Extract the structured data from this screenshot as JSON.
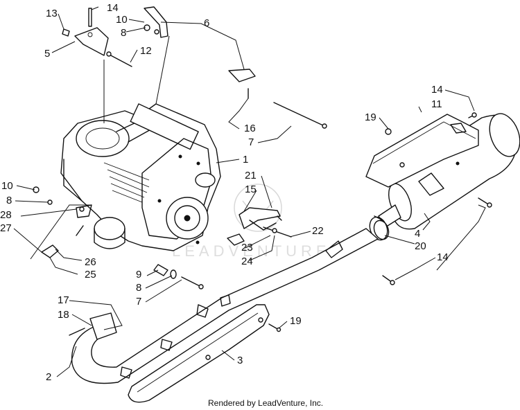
{
  "diagram": {
    "footer": "Rendered by LeadVenture, Inc.",
    "watermark": "LEADVENTURE",
    "callouts": [
      {
        "id": "c13",
        "text": "13"
      },
      {
        "id": "c14a",
        "text": "14"
      },
      {
        "id": "c10a",
        "text": "10"
      },
      {
        "id": "c8a",
        "text": "8"
      },
      {
        "id": "c6",
        "text": "6"
      },
      {
        "id": "c5",
        "text": "5"
      },
      {
        "id": "c12",
        "text": "12"
      },
      {
        "id": "c16",
        "text": "16"
      },
      {
        "id": "c7a",
        "text": "7"
      },
      {
        "id": "c1",
        "text": "1"
      },
      {
        "id": "c21",
        "text": "21"
      },
      {
        "id": "c15",
        "text": "15"
      },
      {
        "id": "c10b",
        "text": "10"
      },
      {
        "id": "c8b",
        "text": "8"
      },
      {
        "id": "c28",
        "text": "28"
      },
      {
        "id": "c27",
        "text": "27"
      },
      {
        "id": "c26",
        "text": "26"
      },
      {
        "id": "c25",
        "text": "25"
      },
      {
        "id": "c9",
        "text": "9"
      },
      {
        "id": "c8c",
        "text": "8"
      },
      {
        "id": "c7b",
        "text": "7"
      },
      {
        "id": "c22",
        "text": "22"
      },
      {
        "id": "c23",
        "text": "23"
      },
      {
        "id": "c24",
        "text": "24"
      },
      {
        "id": "c14b",
        "text": "14"
      },
      {
        "id": "c11",
        "text": "11"
      },
      {
        "id": "c19a",
        "text": "19"
      },
      {
        "id": "c4",
        "text": "4"
      },
      {
        "id": "c20",
        "text": "20"
      },
      {
        "id": "c14c",
        "text": "14"
      },
      {
        "id": "c17",
        "text": "17"
      },
      {
        "id": "c18",
        "text": "18"
      },
      {
        "id": "c19b",
        "text": "19"
      },
      {
        "id": "c2",
        "text": "2"
      },
      {
        "id": "c3",
        "text": "3"
      }
    ]
  }
}
